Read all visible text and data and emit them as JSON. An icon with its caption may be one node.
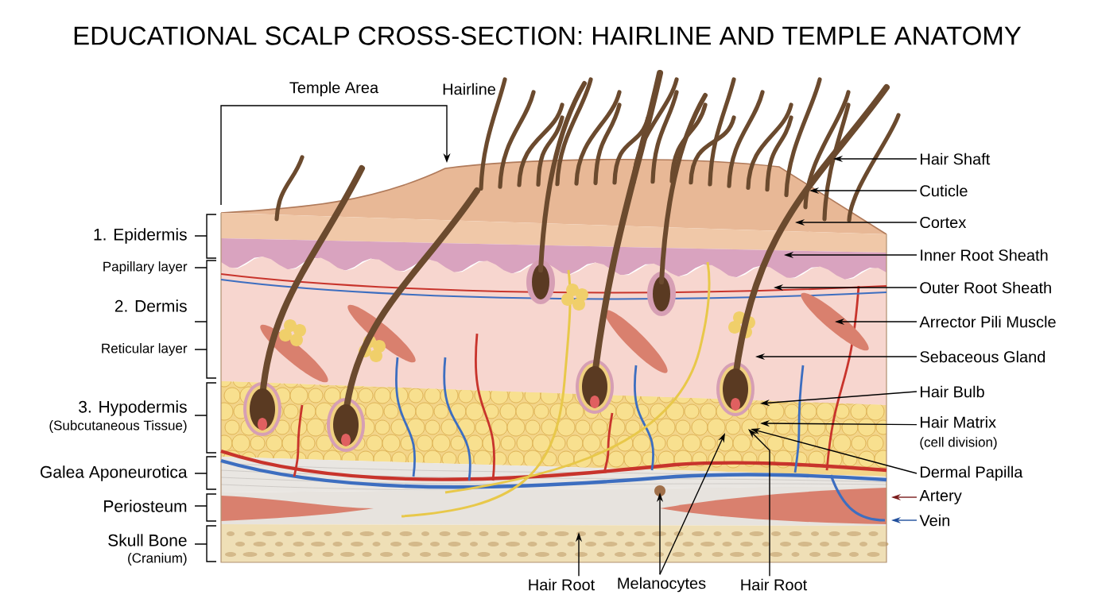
{
  "diagram": {
    "title": "EDUCATIONAL SCALP CROSS-SECTION: HAIRLINE AND TEMPLE ANATOMY",
    "nodes": [
      {
        "text": [
          "Hair Shaft"
        ]
      },
      {
        "text": [
          "Cuticle"
        ]
      },
      {
        "text": [
          "Cortex"
        ]
      },
      {
        "text": [
          "Inner Root Sheath"
        ]
      },
      {
        "text": [
          "Outer Root Sheath"
        ]
      },
      {
        "text": [
          "Arrector Pili Muscle"
        ]
      },
      {
        "text": [
          "Sebaceous Gland"
        ]
      },
      {
        "text": [
          "Hair Bulb"
        ]
      },
      {
        "text": [
          "Hair Matrix",
          "(cell division)"
        ]
      },
      {
        "text": [
          "Dermal Papilla"
        ]
      },
      {
        "text": [
          "Artery"
        ]
      },
      {
        "text": [
          "Vein"
        ]
      },
      {
        "text": [
          "Hair Root"
        ]
      },
      {
        "text": [
          "Melanocytes"
        ]
      },
      {
        "text": [
          "Hair Root"
        ]
      }
    ],
    "edges": [
      {
        "from": 0,
        "to": null,
        "arrow": "to"
      },
      {
        "from": 1,
        "to": null,
        "arrow": "to"
      },
      {
        "from": 2,
        "to": null,
        "arrow": "to"
      },
      {
        "from": 3,
        "to": null,
        "arrow": "to"
      },
      {
        "from": 4,
        "to": null,
        "arrow": "to"
      },
      {
        "from": 5,
        "to": null,
        "arrow": "to"
      },
      {
        "from": 6,
        "to": null,
        "arrow": "to"
      },
      {
        "from": 7,
        "to": null,
        "arrow": "to"
      },
      {
        "from": 8,
        "to": null,
        "arrow": "to"
      },
      {
        "from": 9,
        "to": null,
        "arrow": "to"
      },
      {
        "from": 10,
        "to": null,
        "arrow": "to",
        "color": "#7a1c1c"
      },
      {
        "from": 11,
        "to": null,
        "arrow": "to",
        "color": "#1f4e9c"
      },
      {
        "from": 12,
        "to": null,
        "arrow": "to"
      },
      {
        "from": 13,
        "to": null,
        "arrow": "to"
      },
      {
        "from": 13,
        "to": null,
        "arrow": "to"
      },
      {
        "from": 14,
        "to": null,
        "arrow": "to"
      }
    ],
    "labels": [
      "Temple Area",
      "Hairline",
      "1. Epidermis",
      "Papillary layer",
      "2. Dermis",
      "Reticular layer",
      "3. Hypodermis",
      "(Subcutaneous Tissue)",
      "Galea Aponeurotica",
      "Periosteum",
      "Skull Bone",
      "(Cranium)"
    ]
  }
}
